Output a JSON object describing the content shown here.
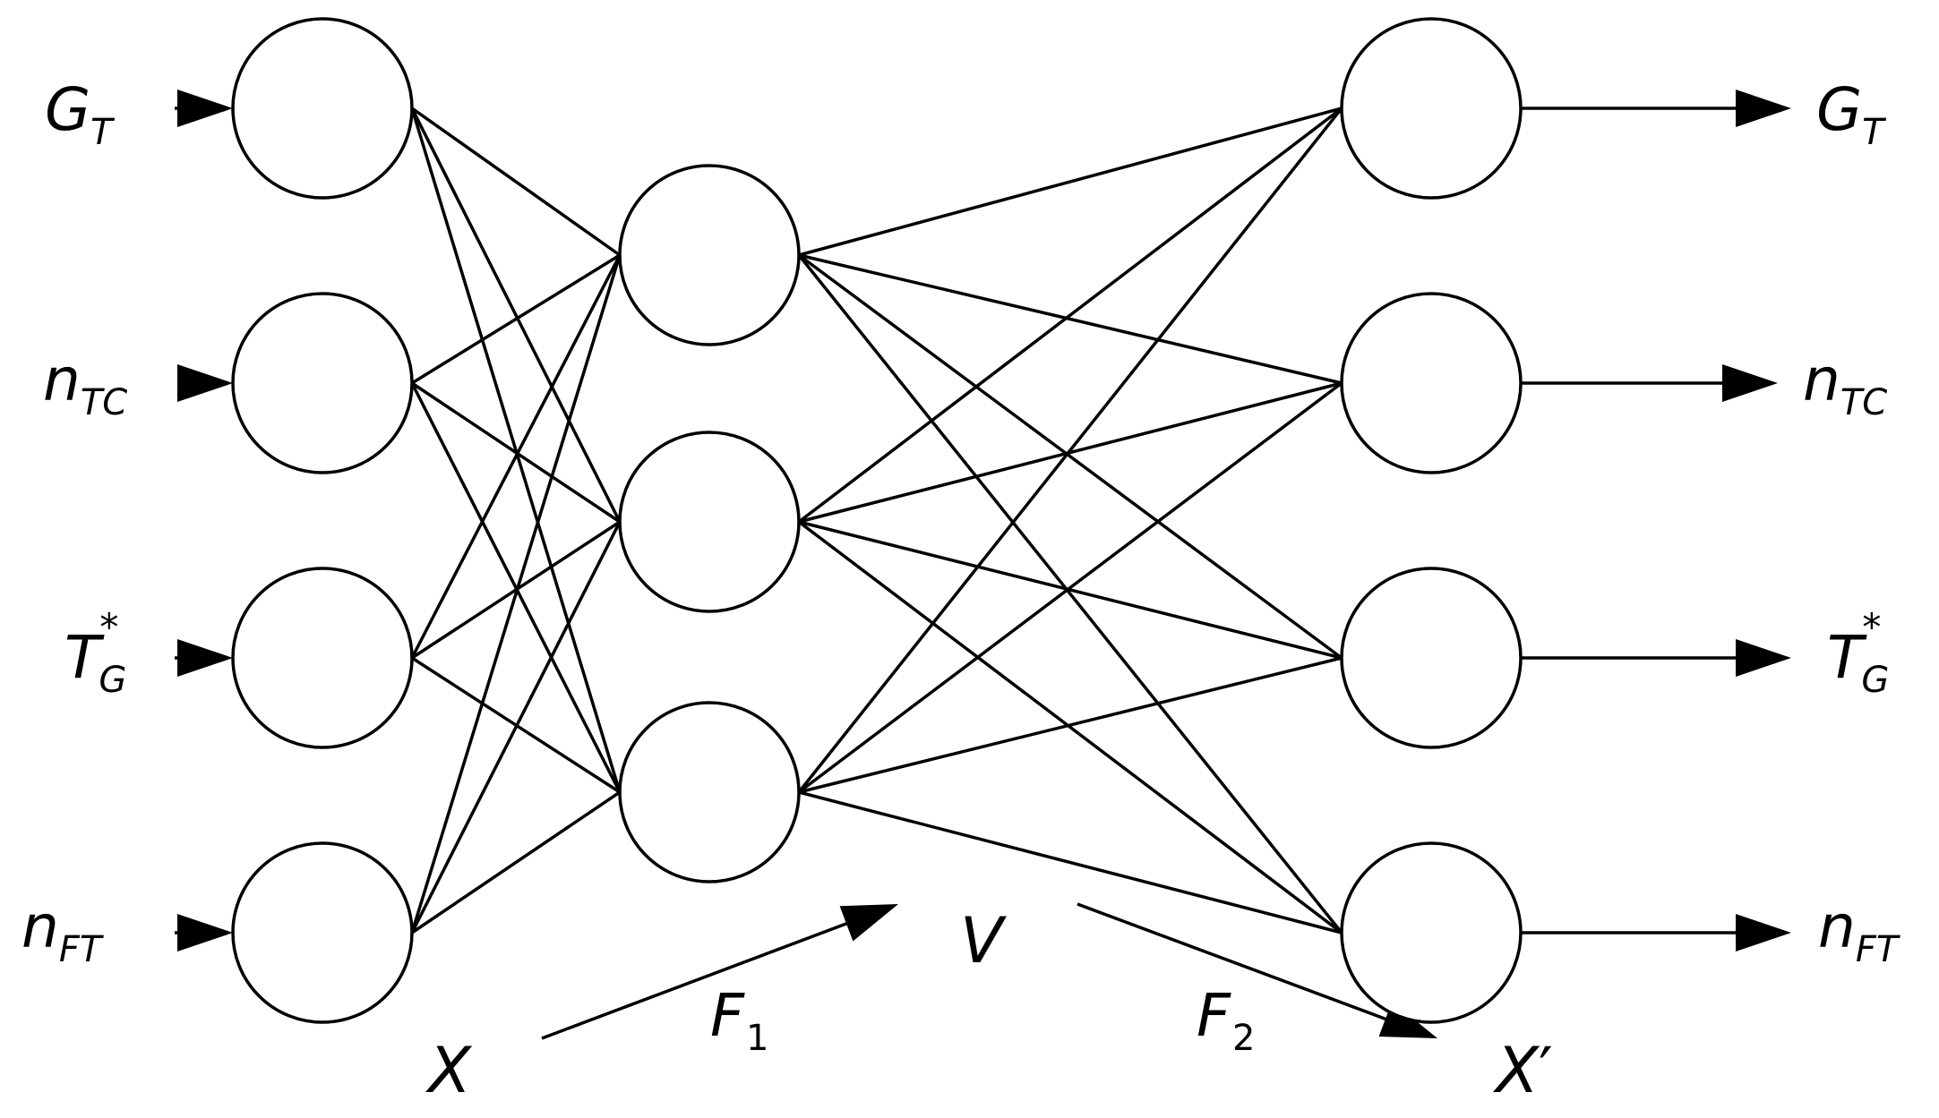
{
  "input_labels": [
    {
      "main": "G",
      "sub": "T",
      "sup": ""
    },
    {
      "main": "n",
      "sub": "TC",
      "sup": ""
    },
    {
      "main": "T",
      "sub": "G",
      "sup": "*"
    },
    {
      "main": "n",
      "sub": "FT",
      "sup": ""
    }
  ],
  "output_labels": [
    {
      "main": "G",
      "sub": "T",
      "sup": ""
    },
    {
      "main": "n",
      "sub": "TC",
      "sup": ""
    },
    {
      "main": "T",
      "sub": "G",
      "sup": "*"
    },
    {
      "main": "n",
      "sub": "FT",
      "sup": ""
    }
  ],
  "layer_labels": {
    "input": {
      "main": "X",
      "prime": ""
    },
    "hidden": {
      "main": "V"
    },
    "output": {
      "main": "X",
      "prime": "′"
    }
  },
  "mapping_labels": {
    "encoder": {
      "main": "F",
      "sub": "1"
    },
    "decoder": {
      "main": "F",
      "sub": "2"
    }
  },
  "layer_sizes": {
    "input": 4,
    "hidden": 3,
    "output": 4
  },
  "colors": {
    "stroke": "#000000",
    "fill": "#ffffff"
  }
}
